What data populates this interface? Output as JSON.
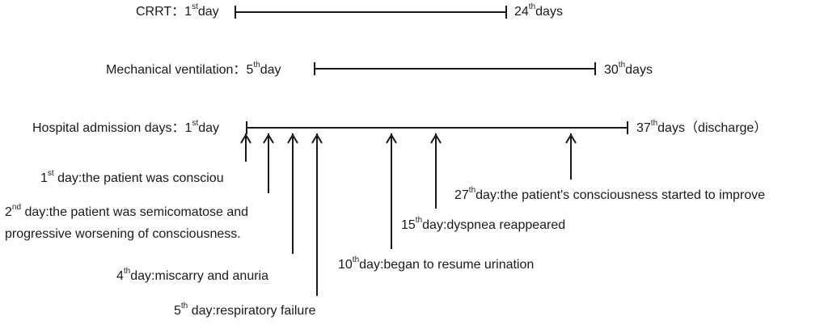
{
  "timelines": {
    "crrt": {
      "label": "CRRT",
      "start": {
        "num": "1",
        "sup": "st",
        "word": "day"
      },
      "end": {
        "num": "24",
        "sup": "th",
        "word": "days"
      }
    },
    "ventilation": {
      "label": "Mechanical ventilation",
      "start": {
        "num": "5",
        "sup": "th",
        "word": "day"
      },
      "end": {
        "num": "30",
        "sup": "th",
        "word": "days"
      }
    },
    "admission": {
      "label": "Hospital admission days",
      "start": {
        "num": "1",
        "sup": "st",
        "word": "day"
      },
      "end": {
        "num": "37",
        "sup": "th",
        "word": "days",
        "note": "（discharge）"
      }
    }
  },
  "events": [
    {
      "num": "1",
      "sup": "st",
      "text": " day:the patient was consciou"
    },
    {
      "num": "2",
      "sup": "nd",
      "text": " day:the patient was semicomatose and",
      "text2": "progressive worsening of consciousness."
    },
    {
      "num": "4",
      "sup": "th",
      "text": "day:miscarry and anuria"
    },
    {
      "num": "5",
      "sup": "th",
      "text": " day:respiratory failure"
    },
    {
      "num": "10",
      "sup": "th",
      "text": "day:began to resume urination"
    },
    {
      "num": "15",
      "sup": "th",
      "text": "day:dyspnea reappeared"
    },
    {
      "num": "27",
      "sup": "th",
      "text": "day:the patient's consciousness started to improve"
    }
  ]
}
